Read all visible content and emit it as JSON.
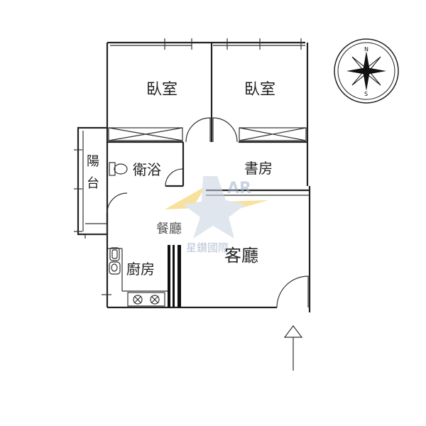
{
  "rooms": {
    "bedroom_left": "臥室",
    "bedroom_right": "臥室",
    "bathroom": "衛浴",
    "study": "書房",
    "balcony_top": "陽",
    "balcony_bottom": "台",
    "dining": "餐廳",
    "kitchen": "廚房",
    "living": "客廳"
  },
  "compass": {
    "north": "N",
    "south": "S"
  },
  "watermark": {
    "text": "星鑽國際",
    "accent": "#f2c94c",
    "tint": "#b8c6d8"
  },
  "colors": {
    "wall": "#222222",
    "background": "#ffffff"
  }
}
